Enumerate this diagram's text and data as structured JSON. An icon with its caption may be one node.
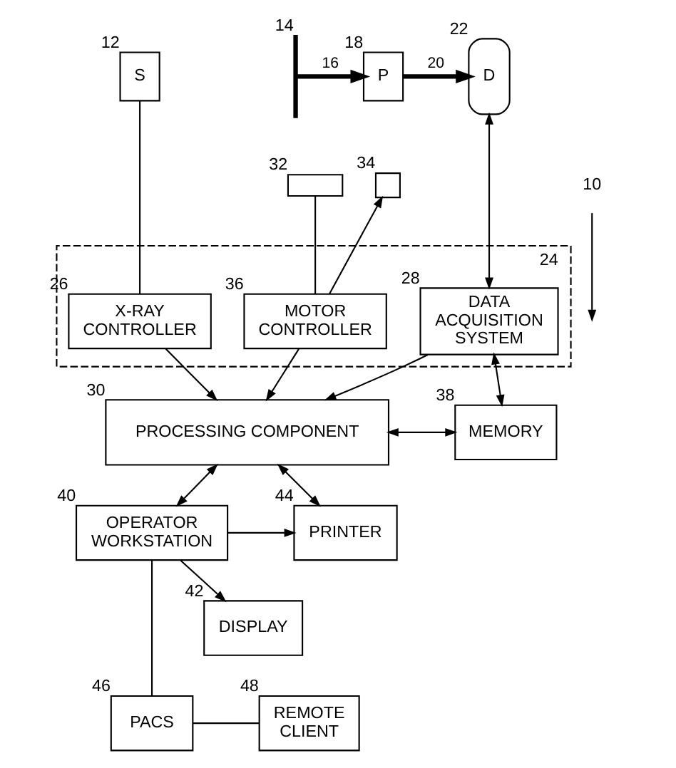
{
  "diagram": {
    "nodes": [
      {
        "text": [
          "S"
        ],
        "beside": [
          "12"
        ]
      },
      {
        "text": [],
        "shape": "bar",
        "beside": [
          "14"
        ]
      },
      {
        "text": [
          "P"
        ],
        "beside": [
          "18"
        ]
      },
      {
        "text": [
          "D"
        ],
        "beside": [
          "22"
        ]
      },
      {
        "text": [
          "10"
        ]
      },
      {
        "text": [],
        "shape": "box",
        "beside": [
          "34"
        ]
      },
      {
        "text": [],
        "shape": "box",
        "beside": [
          "32"
        ]
      },
      {
        "text": [],
        "shape": "box",
        "beside": [
          "24"
        ]
      },
      {
        "text": [
          "X-RAY CONTROLLER"
        ],
        "in": 7,
        "beside": [
          "26"
        ]
      },
      {
        "text": [
          "MOTOR CONTROLLER"
        ],
        "in": 7,
        "beside": [
          "36"
        ]
      },
      {
        "text": [
          "DATA ACQUISITION SYSTEM"
        ],
        "in": 7,
        "beside": [
          "28"
        ]
      },
      {
        "text": [
          "PROCESSING COMPONENT"
        ],
        "beside": [
          "30"
        ]
      },
      {
        "text": [
          "MEMORY"
        ],
        "beside": [
          "38"
        ]
      },
      {
        "text": [
          "OPERATOR WORKSTATION"
        ],
        "beside": [
          "40"
        ]
      },
      {
        "text": [
          "PRINTER"
        ],
        "beside": [
          "44"
        ]
      },
      {
        "text": [
          "DISPLAY"
        ],
        "beside": [
          "42"
        ]
      },
      {
        "text": [
          "PACS"
        ],
        "beside": [
          "46"
        ]
      },
      {
        "text": [
          "REMOTE CLIENT"
        ],
        "beside": [
          "48"
        ]
      }
    ],
    "edges": [
      {
        "from": 0,
        "to": 8,
        "arrow": "none"
      },
      {
        "from": 1,
        "to": 2,
        "arrow": "to",
        "label": "16",
        "style": "thick"
      },
      {
        "from": 2,
        "to": 3,
        "arrow": "to",
        "label": "20",
        "style": "thick"
      },
      {
        "from": 9,
        "to": 5,
        "arrow": "to"
      },
      {
        "from": 6,
        "to": 9,
        "arrow": "none"
      },
      {
        "from": 3,
        "to": 10,
        "arrow": "both"
      },
      {
        "from": 4,
        "to": null,
        "arrow": "to"
      },
      {
        "from": 8,
        "to": 11,
        "arrow": "to"
      },
      {
        "from": 9,
        "to": 11,
        "arrow": "to"
      },
      {
        "from": 10,
        "to": 11,
        "arrow": "to"
      },
      {
        "from": 10,
        "to": 12,
        "arrow": "both"
      },
      {
        "from": 11,
        "to": 12,
        "arrow": "both"
      },
      {
        "from": 11,
        "to": 13,
        "arrow": "both"
      },
      {
        "from": 11,
        "to": 14,
        "arrow": "both"
      },
      {
        "from": 13,
        "to": 14,
        "arrow": "to"
      },
      {
        "from": 13,
        "to": 16,
        "arrow": "none"
      },
      {
        "from": 13,
        "to": 15,
        "arrow": "to"
      },
      {
        "from": 16,
        "to": 17,
        "arrow": "none"
      }
    ]
  }
}
